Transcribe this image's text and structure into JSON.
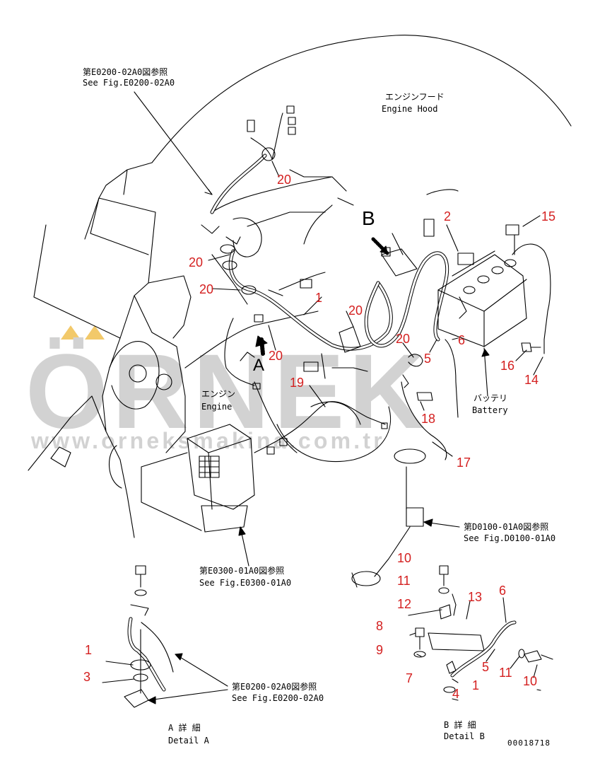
{
  "labels": {
    "ref_top_jp": "第E0200-02A0図参照",
    "ref_top_en": "See Fig.E0200-02A0",
    "hood_jp": "エンジンフード",
    "hood_en": "Engine Hood",
    "engine_jp": "エンジン",
    "engine_en": "Engine",
    "battery_jp": "バッテリ",
    "battery_en": "Battery",
    "ref_d0100_jp": "第D0100-01A0図参照",
    "ref_d0100_en": "See Fig.D0100-01A0",
    "ref_e0300_jp": "第E0300-01A0図参照",
    "ref_e0300_en": "See Fig.E0300-01A0",
    "ref_e0200b_jp": "第E0200-02A0図参照",
    "ref_e0200b_en": "See Fig.E0200-02A0",
    "detail_a_jp": "A 詳 細",
    "detail_a_en": "Detail A",
    "detail_b_jp": "B 詳 細",
    "detail_b_en": "Detail B",
    "view_a": "A",
    "view_b": "B",
    "drawing_code": "00018718"
  },
  "watermark": {
    "brand": "ÖRNEK",
    "url": "www.orneksmakina.com.tr"
  },
  "callouts": [
    {
      "id": "c-20a",
      "text": "20"
    },
    {
      "id": "c-20b",
      "text": "20"
    },
    {
      "id": "c-20c",
      "text": "20"
    },
    {
      "id": "c-20d",
      "text": "20"
    },
    {
      "id": "c-20e",
      "text": "20"
    },
    {
      "id": "c-20f",
      "text": "20"
    },
    {
      "id": "c-1a",
      "text": "1"
    },
    {
      "id": "c-2",
      "text": "2"
    },
    {
      "id": "c-15",
      "text": "15"
    },
    {
      "id": "c-5a",
      "text": "5"
    },
    {
      "id": "c-6a",
      "text": "6"
    },
    {
      "id": "c-16",
      "text": "16"
    },
    {
      "id": "c-14",
      "text": "14"
    },
    {
      "id": "c-19",
      "text": "19"
    },
    {
      "id": "c-18",
      "text": "18"
    },
    {
      "id": "c-17",
      "text": "17"
    },
    {
      "id": "c-10a",
      "text": "10"
    },
    {
      "id": "c-11a",
      "text": "11"
    },
    {
      "id": "c-12",
      "text": "12"
    },
    {
      "id": "c-13",
      "text": "13"
    },
    {
      "id": "c-6b",
      "text": "6"
    },
    {
      "id": "c-8",
      "text": "8"
    },
    {
      "id": "c-9",
      "text": "9"
    },
    {
      "id": "c-7",
      "text": "7"
    },
    {
      "id": "c-4",
      "text": "4"
    },
    {
      "id": "c-1b",
      "text": "1"
    },
    {
      "id": "c-5b",
      "text": "5"
    },
    {
      "id": "c-11b",
      "text": "11"
    },
    {
      "id": "c-10b",
      "text": "10"
    },
    {
      "id": "c-1c",
      "text": "1"
    },
    {
      "id": "c-3",
      "text": "3"
    }
  ],
  "colors": {
    "callout": "#d42020",
    "line": "#000000",
    "watermark": "#d2d2d2"
  }
}
